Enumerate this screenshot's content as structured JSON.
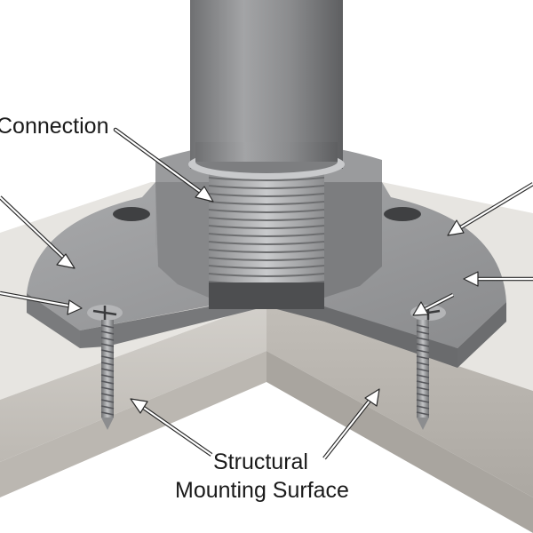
{
  "labels": {
    "connection": "Connection",
    "structural_line1": "Structural",
    "structural_line2": "Mounting Surface"
  },
  "colors": {
    "concrete_top": "#e6e4e0",
    "concrete_side": "#c9c6c1",
    "flange": "#8e8f91",
    "flange_light": "#a9aaac",
    "pipe": "#8d8d8f",
    "thread": "#b4b5b7",
    "arrow": "#ffffff"
  }
}
